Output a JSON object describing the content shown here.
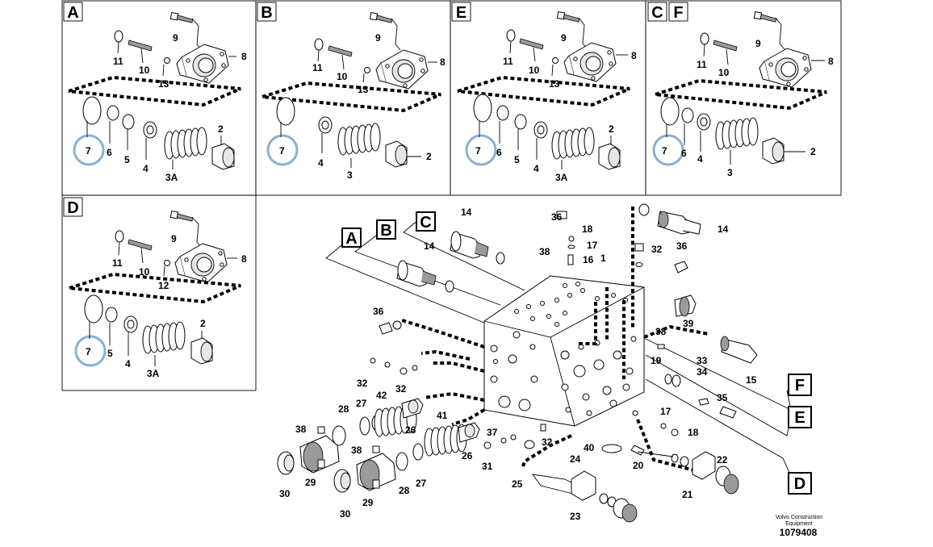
{
  "panels": [
    {
      "tags": [
        "A"
      ],
      "labels": {
        "9": "9",
        "8": "8",
        "11": "11",
        "10": "10",
        "13": "13",
        "2": "2",
        "7": "7",
        "6": "6",
        "5": "5",
        "4": "4",
        "3A": "3A"
      }
    },
    {
      "tags": [
        "B"
      ],
      "labels": {
        "9": "9",
        "8": "8",
        "11": "11",
        "10": "10",
        "13": "13",
        "2": "2",
        "7": "7",
        "4": "4",
        "3": "3"
      }
    },
    {
      "tags": [
        "E"
      ],
      "labels": {
        "9": "9",
        "8": "8",
        "11": "11",
        "10": "10",
        "13": "13",
        "2": "2",
        "7": "7",
        "6": "6",
        "5": "5",
        "4": "4",
        "3A": "3A"
      }
    },
    {
      "tags": [
        "C",
        "F"
      ],
      "labels": {
        "9": "9",
        "8": "8",
        "11": "11",
        "10": "10",
        "2": "2",
        "7": "7",
        "6": "6",
        "4": "4",
        "3": "3"
      }
    },
    {
      "tags": [
        "D"
      ],
      "labels": {
        "9": "9",
        "8": "8",
        "11": "11",
        "10": "10",
        "12": "12",
        "2": "2",
        "7": "7",
        "5": "5",
        "4": "4",
        "3A": "3A"
      }
    }
  ],
  "main": {
    "tags": [
      "A",
      "B",
      "C",
      "F",
      "E",
      "D"
    ],
    "labels": [
      "14",
      "14",
      "36",
      "18",
      "17",
      "16",
      "1",
      "32",
      "36",
      "14",
      "38",
      "36",
      "39",
      "38",
      "19",
      "33",
      "34",
      "15",
      "35",
      "32",
      "32",
      "42",
      "27",
      "28",
      "26",
      "38",
      "41",
      "37",
      "32",
      "38",
      "29",
      "30",
      "31",
      "26",
      "28",
      "27",
      "29",
      "30",
      "24",
      "25",
      "23",
      "40",
      "20",
      "17",
      "18",
      "22",
      "21"
    ]
  },
  "footer": {
    "brand_line1": "Volvo Construction",
    "brand_line2": "Equipment",
    "doc_number": "1079408"
  },
  "colors": {
    "ink": "#000000",
    "highlight_circle": "#88afd6",
    "shade": "#9a9a9a",
    "background": "#ffffff"
  }
}
